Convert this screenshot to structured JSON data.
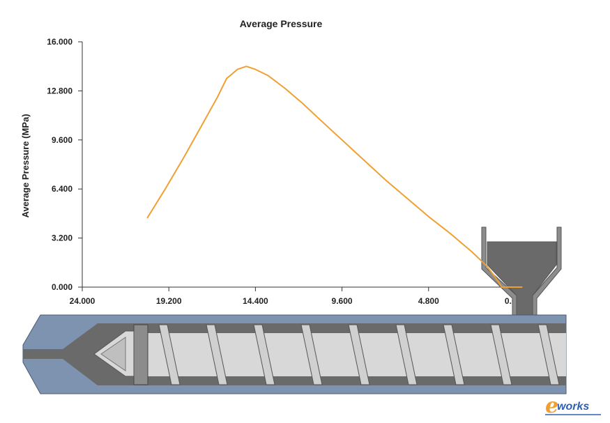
{
  "chart_data": {
    "type": "line",
    "title": "Average Pressure",
    "ylabel": "Average Pressure (MPa)",
    "xlabel": "",
    "x_reversed": true,
    "xlim": [
      24.0,
      -1.2
    ],
    "ylim": [
      0,
      16.0
    ],
    "x_ticks": [
      "24.000",
      "19.200",
      "14.400",
      "9.600",
      "4.800",
      "0.000"
    ],
    "y_ticks": [
      "0.000",
      "3.200",
      "6.400",
      "9.600",
      "12.800",
      "16.000"
    ],
    "grid": false,
    "series": [
      {
        "color": "#f0a030",
        "points": [
          [
            20.4,
            4.5
          ],
          [
            19.4,
            6.4
          ],
          [
            18.4,
            8.4
          ],
          [
            17.4,
            10.5
          ],
          [
            16.5,
            12.4
          ],
          [
            16.0,
            13.6
          ],
          [
            15.4,
            14.2
          ],
          [
            14.9,
            14.4
          ],
          [
            14.4,
            14.2
          ],
          [
            13.7,
            13.8
          ],
          [
            12.8,
            13.0
          ],
          [
            11.8,
            12.0
          ],
          [
            10.8,
            10.9
          ],
          [
            9.6,
            9.6
          ],
          [
            8.4,
            8.3
          ],
          [
            7.2,
            7.0
          ],
          [
            6.0,
            5.8
          ],
          [
            4.8,
            4.6
          ],
          [
            3.6,
            3.5
          ],
          [
            2.4,
            2.3
          ],
          [
            1.6,
            1.4
          ],
          [
            1.2,
            0.8
          ],
          [
            0.9,
            0.3
          ],
          [
            0.75,
            0.0
          ],
          [
            0.4,
            0.0
          ],
          [
            0.0,
            0.0
          ],
          [
            -0.4,
            0.0
          ]
        ]
      }
    ]
  },
  "watermark": {
    "mark": "e",
    "text": "works"
  }
}
